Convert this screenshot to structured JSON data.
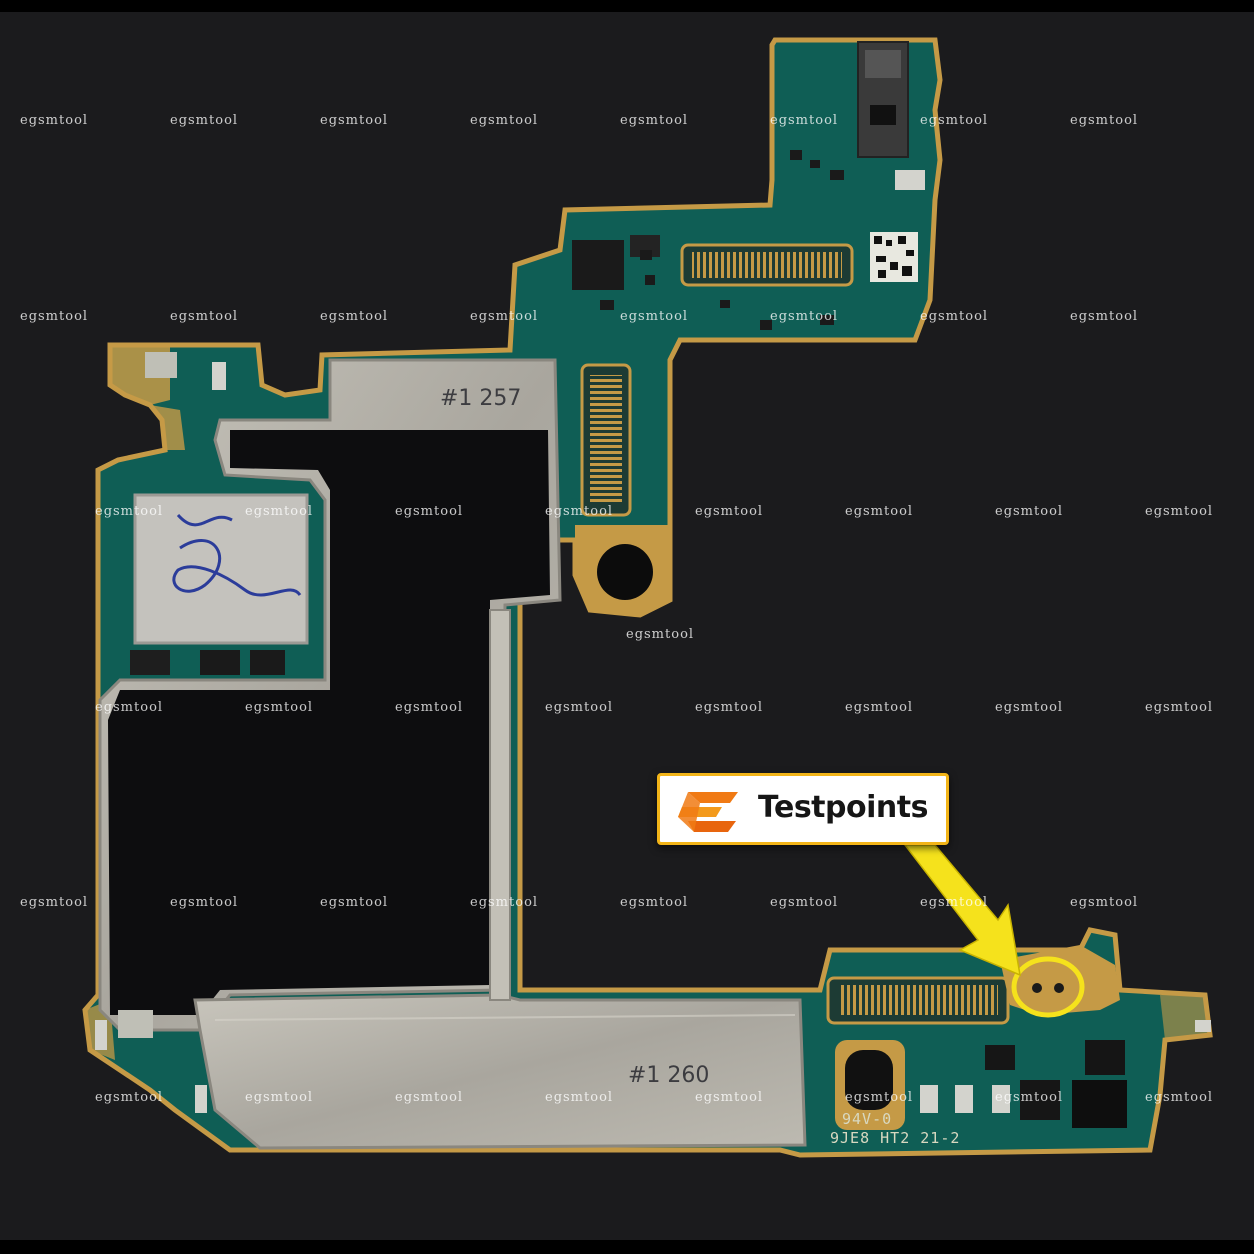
{
  "watermark": {
    "text": "egsmtool"
  },
  "callout": {
    "label": "Testpoints"
  },
  "board": {
    "shield_top_label": "#1 257",
    "shield_bottom_label": "#1 260",
    "silk_line_1": "94V-0",
    "silk_line_2": "9JE8 HT2 21-2",
    "handwritten_mark": "5"
  },
  "colors": {
    "background": "#1b1b1d",
    "pcb": "#0f5e55",
    "gold": "#c59a46",
    "shield": "#b9b6ad",
    "callout_border": "#f2b418",
    "arrow": "#f5e21c",
    "logo_orange": "#f07a14"
  }
}
